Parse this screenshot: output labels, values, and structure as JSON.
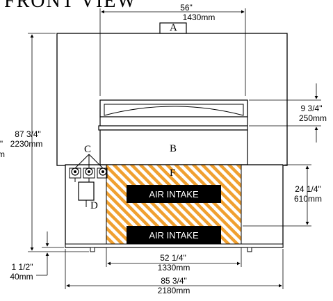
{
  "title": "FRONT VIEW",
  "labels": {
    "a": "A",
    "b": "B",
    "c": "C",
    "d": "D",
    "f": "F",
    "air_intake_top": "AIR INTAKE",
    "air_intake_bottom": "AIR INTAKE"
  },
  "dimensions": {
    "top_width": {
      "in": "56\"",
      "mm": "1430mm"
    },
    "overall_height": {
      "in": "87 3/4\"",
      "mm": "2230mm"
    },
    "left_partial": {
      "in": "\"",
      "mm": "m"
    },
    "door_height": {
      "in": "9 3/4\"",
      "mm": "250mm"
    },
    "intake_height": {
      "in": "24 1/4\"",
      "mm": "610mm"
    },
    "foot_height": {
      "in": "1 1/2\"",
      "mm": "40mm"
    },
    "base_width": {
      "in": "52 1/4\"",
      "mm": "1330mm"
    },
    "overall_width": {
      "in": "85 3/4\"",
      "mm": "2180mm"
    }
  },
  "colors": {
    "line": "#000000",
    "hatch_orange": "#f0a030",
    "intake_fill": "#000000",
    "intake_text": "#ffffff"
  }
}
